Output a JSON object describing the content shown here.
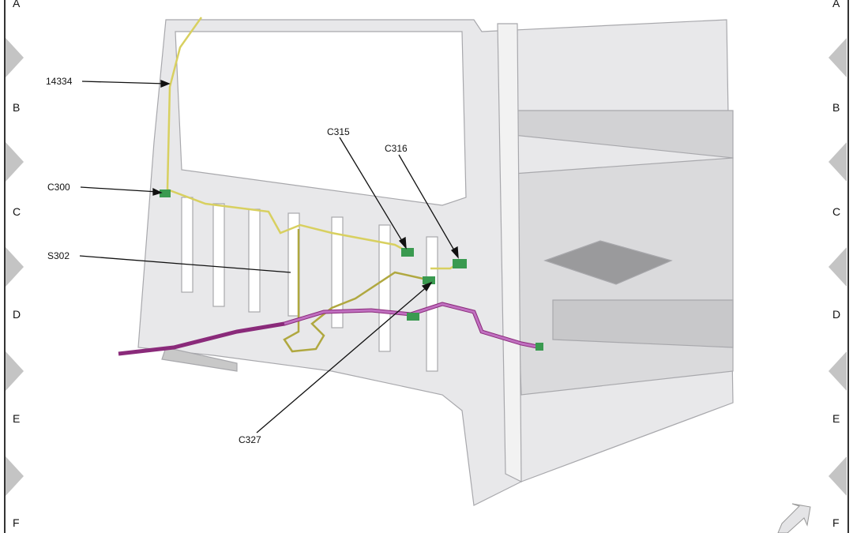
{
  "grid": {
    "left_rows": [
      "A",
      "B",
      "C",
      "D",
      "E",
      "F"
    ],
    "right_rows": [
      "A",
      "B",
      "C",
      "D",
      "E",
      "F"
    ]
  },
  "callouts": {
    "c14334": "14334",
    "c300": "C300",
    "s302": "S302",
    "c315": "C315",
    "c316": "C316",
    "c327": "C327"
  },
  "colors": {
    "harness_yellow": "#d8d060",
    "harness_purple": "#8a2a7a",
    "harness_pink": "#c070c0",
    "connector_green": "#3a9a50",
    "body_grey": "#e4e4e6",
    "edge_grey": "#a8a8ac"
  }
}
